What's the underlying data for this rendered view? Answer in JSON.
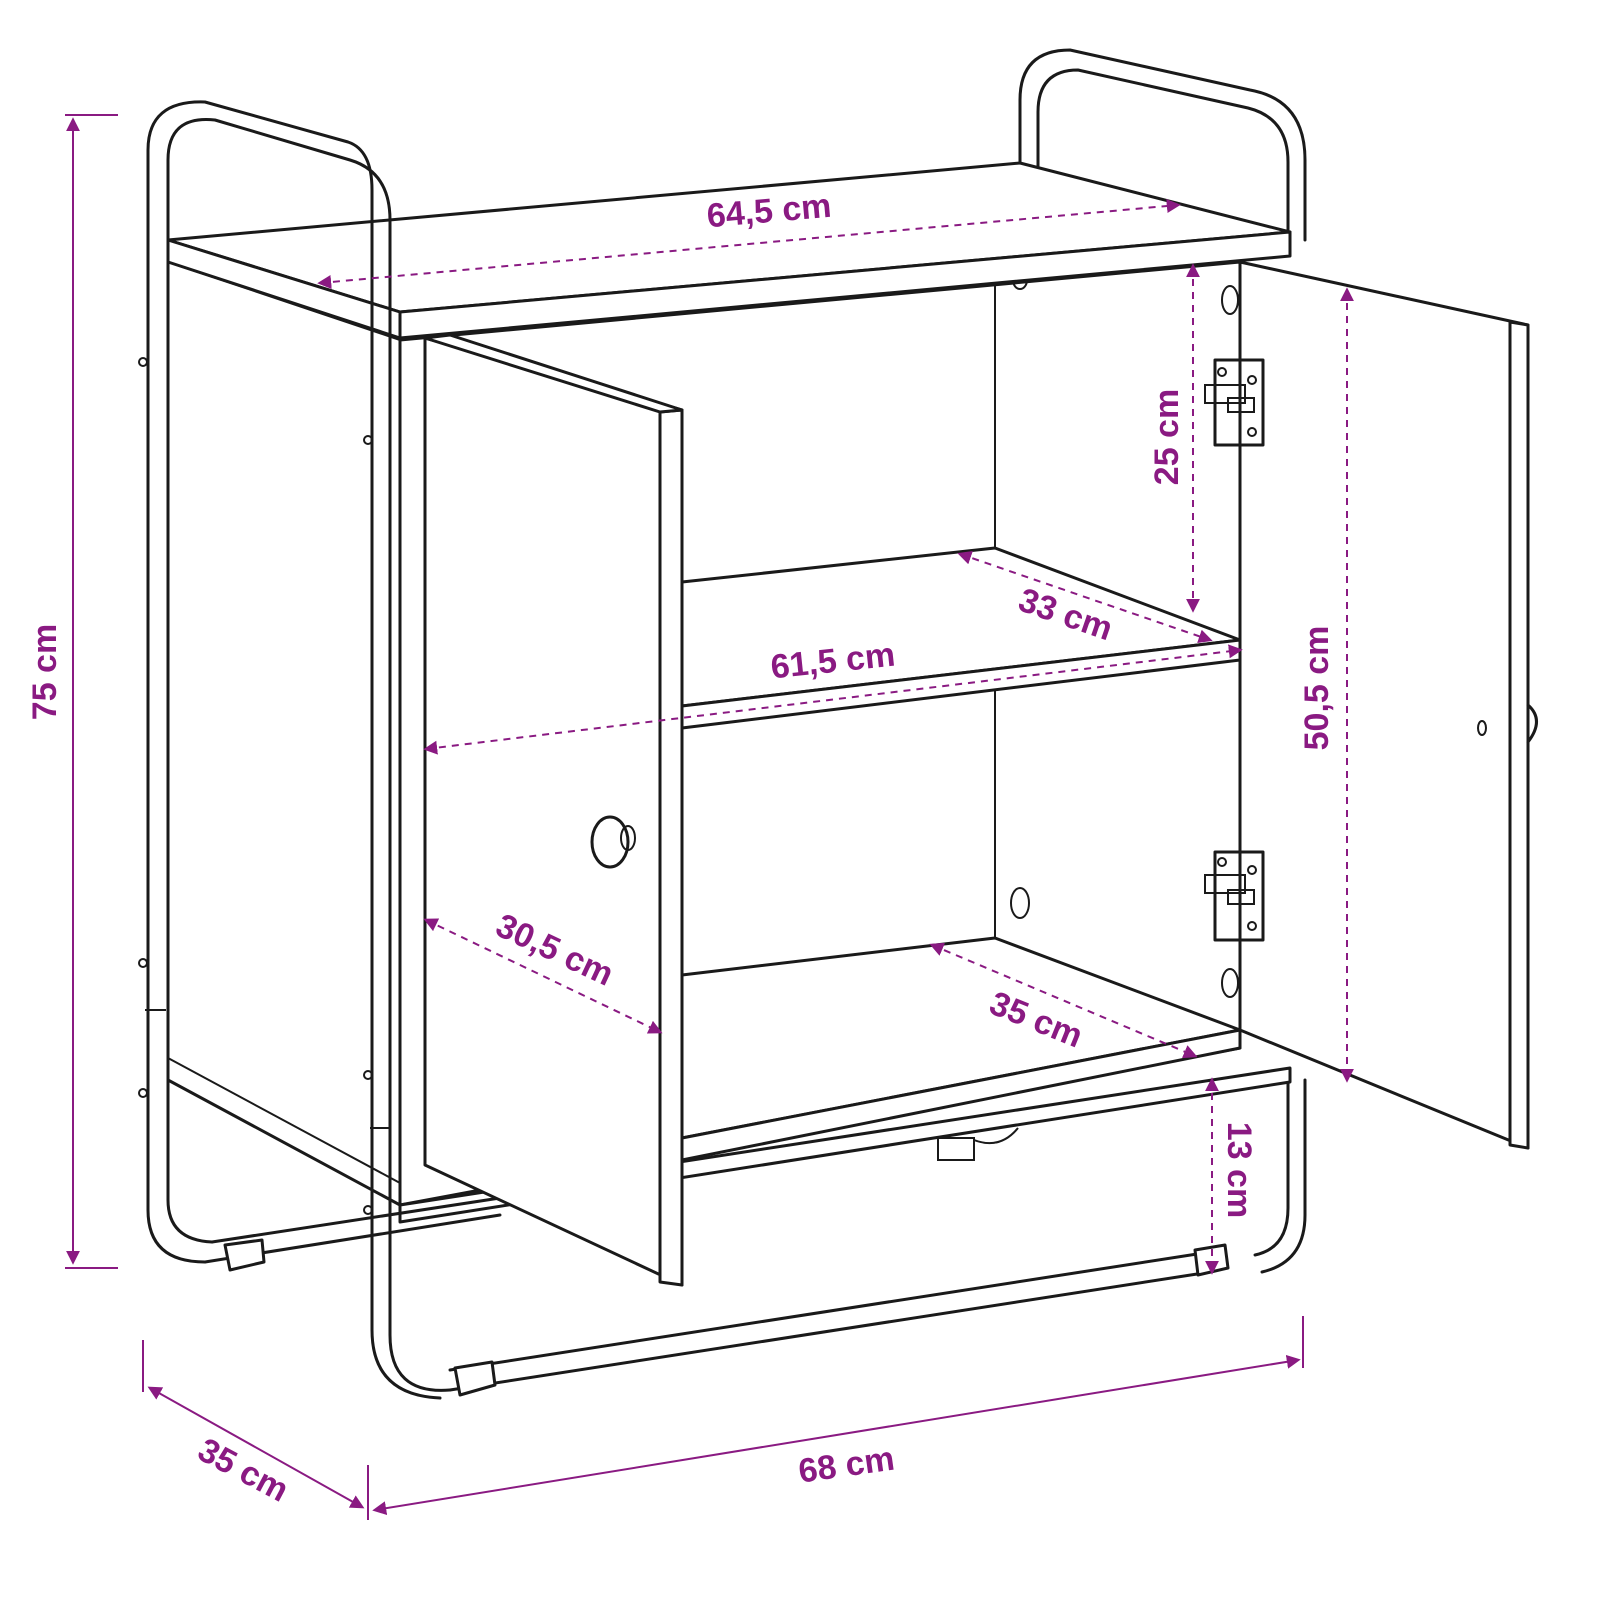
{
  "colors": {
    "accent": "#8a1a82",
    "ink": "#1a1a1a"
  },
  "dimensions": {
    "height_total": "75 cm",
    "top_width": "64,5 cm",
    "inner_width": "61,5 cm",
    "upper_compartment_height": "25 cm",
    "upper_shelf_depth": "33 cm",
    "door_height": "50,5 cm",
    "door_width": "30,5 cm",
    "lower_shelf_depth": "35 cm",
    "floor_clearance": "13 cm",
    "depth_total": "35 cm",
    "width_total": "68 cm"
  }
}
